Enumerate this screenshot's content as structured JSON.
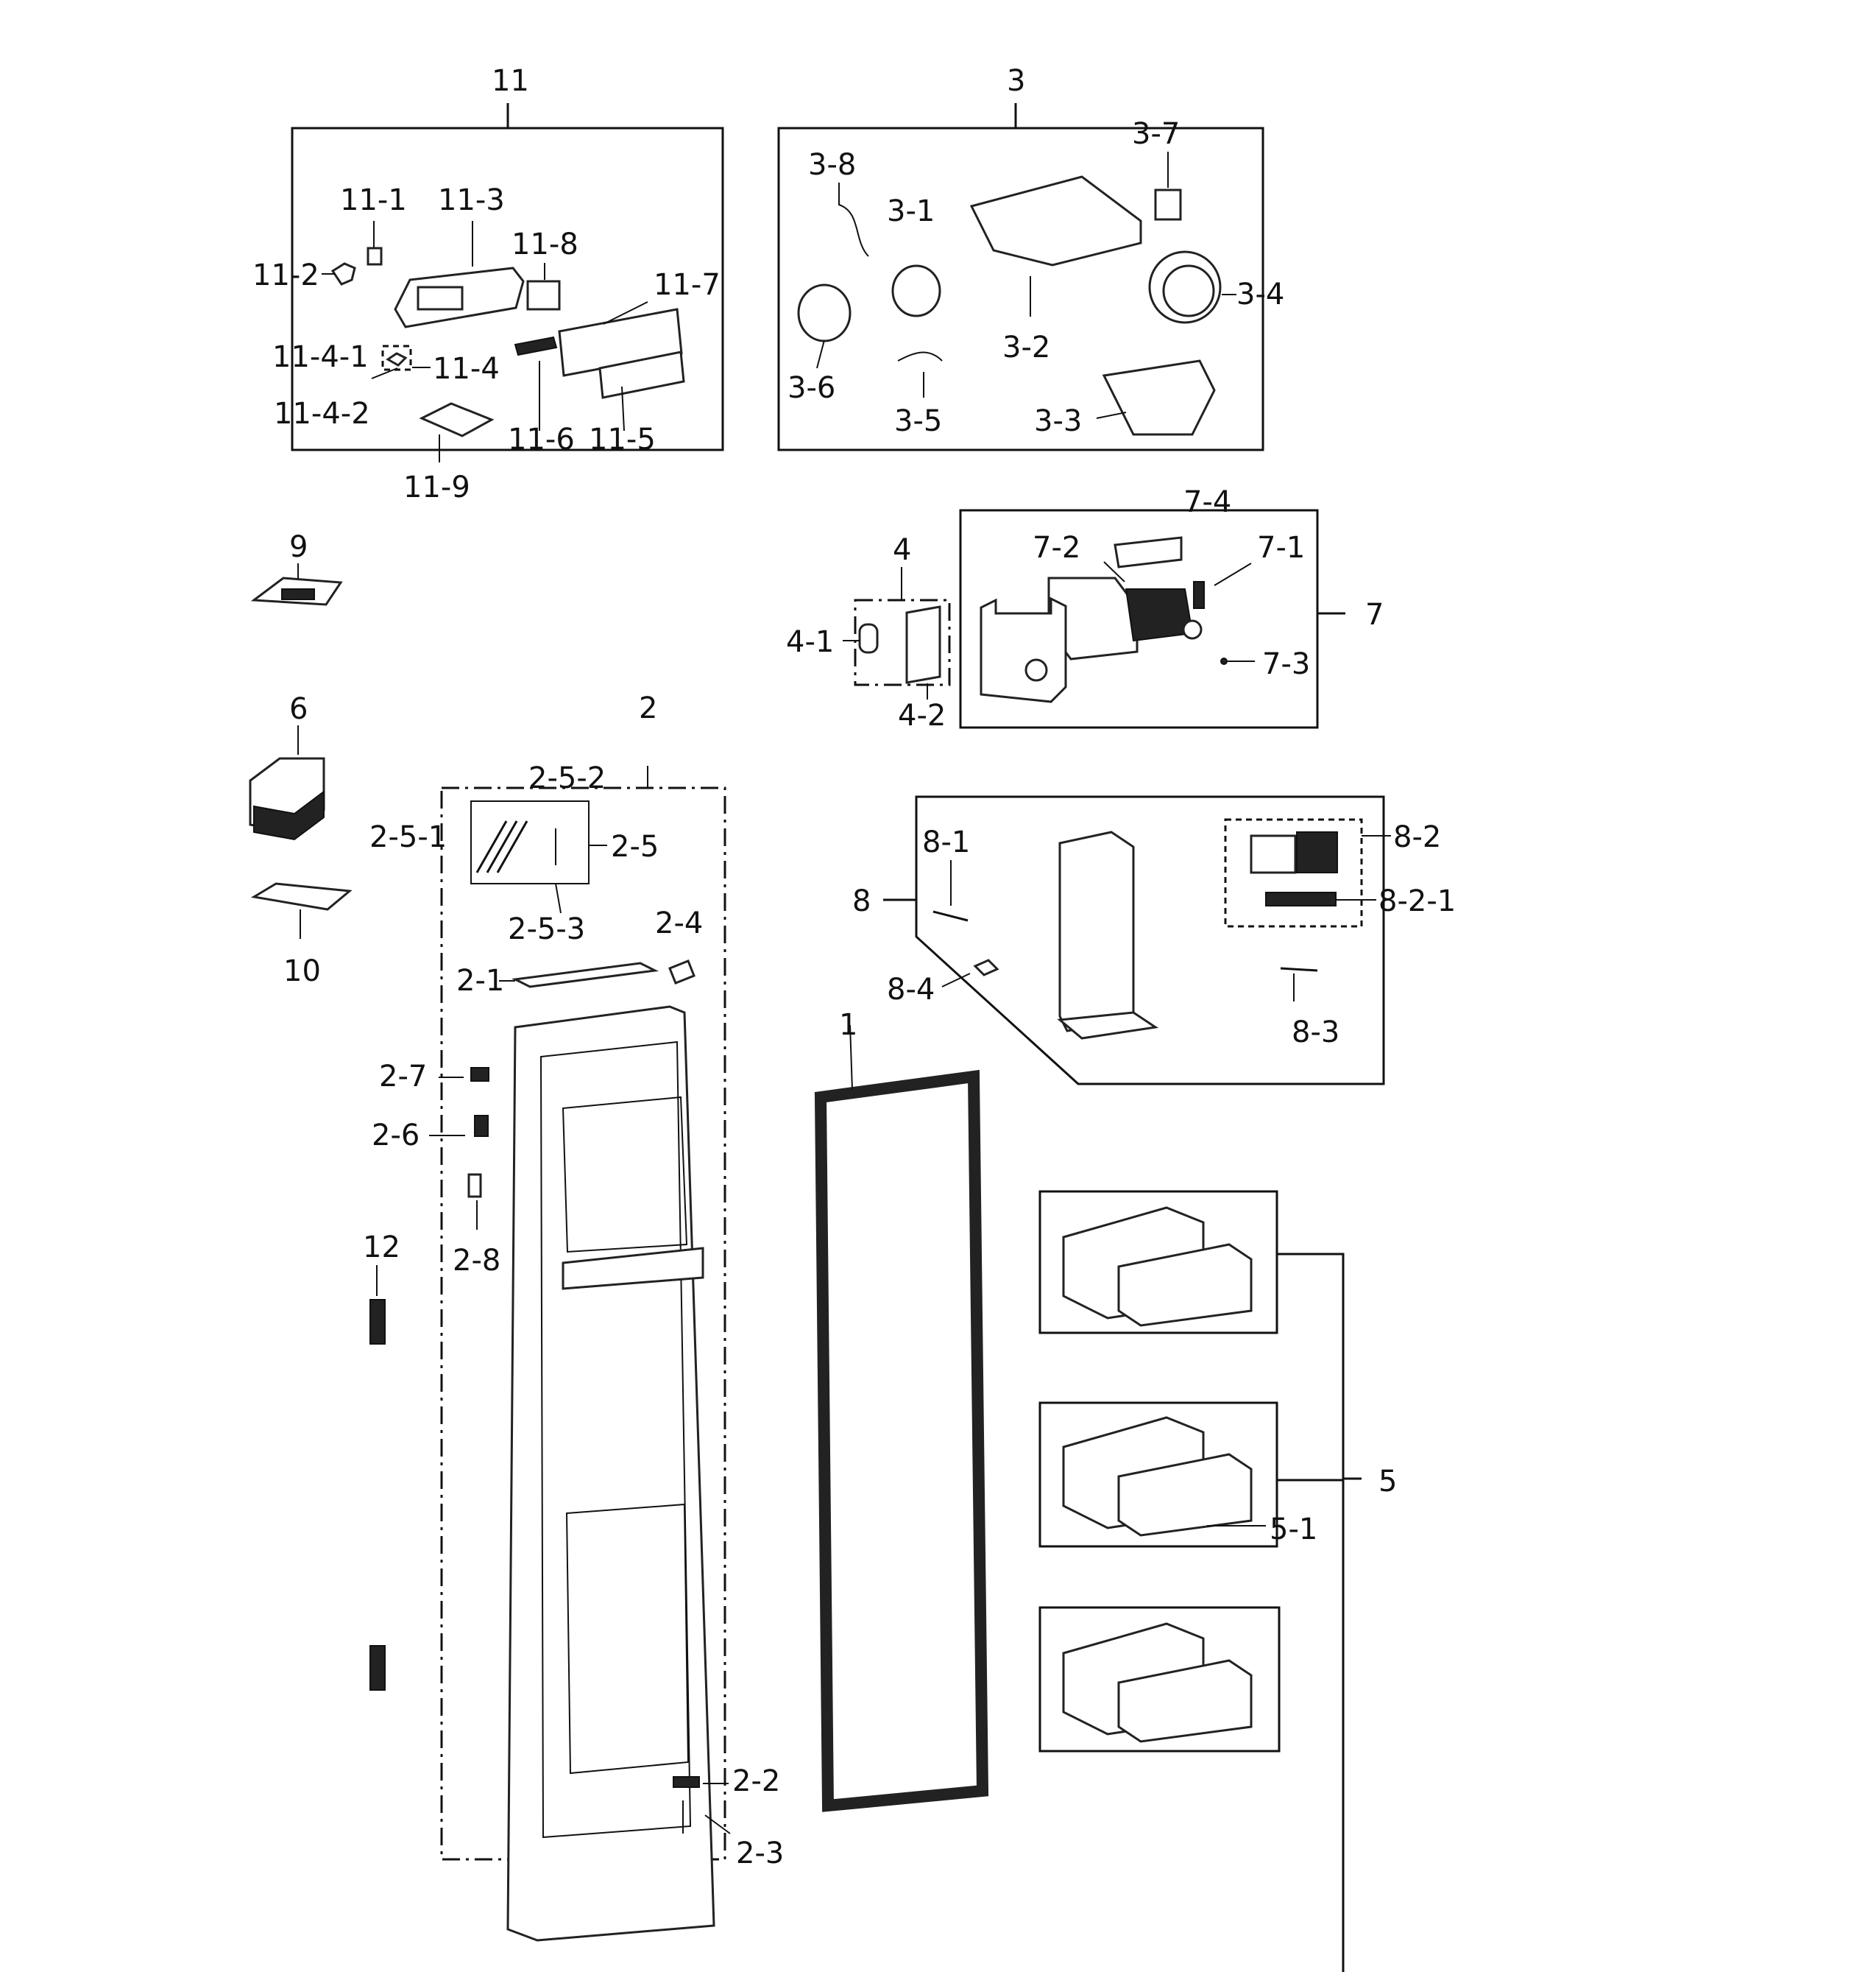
{
  "labels": {
    "g11": "11",
    "l11_1": "11-1",
    "l11_2": "11-2",
    "l11_3": "11-3",
    "l11_4": "11-4",
    "l11_4_1": "11-4-1",
    "l11_4_2": "11-4-2",
    "l11_5": "11-5",
    "l11_6": "11-6",
    "l11_7": "11-7",
    "l11_8": "11-8",
    "l11_9": "11-9",
    "g3": "3",
    "l3_1": "3-1",
    "l3_2": "3-2",
    "l3_3": "3-3",
    "l3_4": "3-4",
    "l3_5": "3-5",
    "l3_6": "3-6",
    "l3_7": "3-7",
    "l3_8": "3-8",
    "g9": "9",
    "g6": "6",
    "g10": "10",
    "g12": "12",
    "g4": "4",
    "l4_1": "4-1",
    "l4_2": "4-2",
    "g7": "7",
    "l7_1": "7-1",
    "l7_2": "7-2",
    "l7_3": "7-3",
    "l7_4": "7-4",
    "g2": "2",
    "l2_1": "2-1",
    "l2_2": "2-2",
    "l2_3": "2-3",
    "l2_4": "2-4",
    "l2_5": "2-5",
    "l2_5_1": "2-5-1",
    "l2_5_2": "2-5-2",
    "l2_5_3": "2-5-3",
    "l2_6": "2-6",
    "l2_7": "2-7",
    "l2_8": "2-8",
    "g8": "8",
    "l8_1": "8-1",
    "l8_2": "8-2",
    "l8_2_1": "8-2-1",
    "l8_3": "8-3",
    "l8_4": "8-4",
    "g1": "1",
    "g5": "5",
    "l5_1": "5-1"
  }
}
